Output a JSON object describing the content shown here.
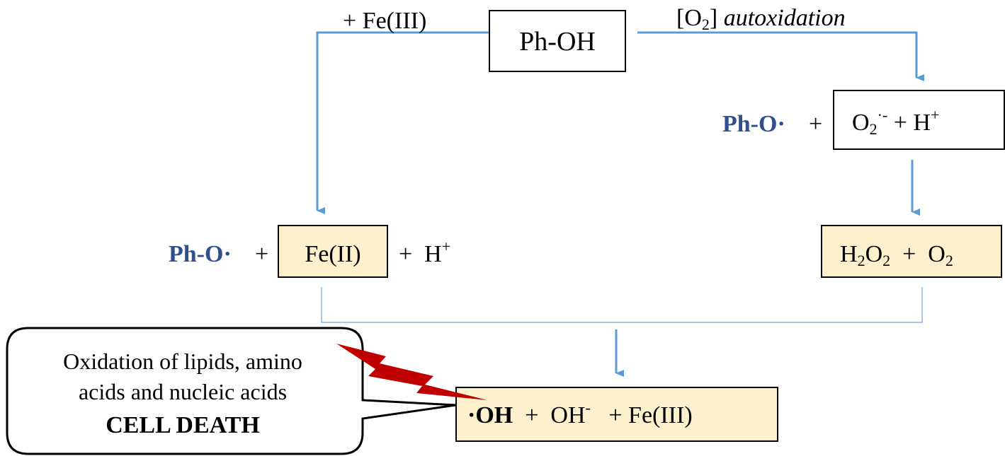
{
  "colors": {
    "arrow": "#5b9bd5",
    "radical_text": "#2f4f8f",
    "box_fill_highlight": "#fdf0cc",
    "lightning": "#c00000"
  },
  "top": {
    "phenol": "Ph-OH",
    "left_label": "+ Fe(III)",
    "right_label_bracket": "[O",
    "right_label_sub": "2",
    "right_label_close": "]",
    "right_label_italic": "autoxidation"
  },
  "right_branch": {
    "radical": "Ph-O·",
    "plus": "+",
    "box1_o": "O",
    "box1_sub": "2",
    "box1_sup": "·-",
    "box1_rest": " + H",
    "box1_hsup": "+",
    "box2_h": "H",
    "box2_sub1": "2",
    "box2_o": "O",
    "box2_sub2": "2",
    "box2_rest": "  +  O",
    "box2_sub3": "2"
  },
  "left_branch": {
    "radical": "Ph-O·",
    "plus": "+",
    "fe2": "Fe(II)",
    "after": "+  H",
    "after_sup": "+"
  },
  "product": {
    "oh_radical": "·OH",
    "middle": "  +  OH",
    "middle_sup": "-",
    "end": "   + Fe(III)"
  },
  "callout": {
    "line1": "Oxidation of lipids, amino",
    "line2": "acids and nucleic acids",
    "line3": "CELL DEATH"
  }
}
